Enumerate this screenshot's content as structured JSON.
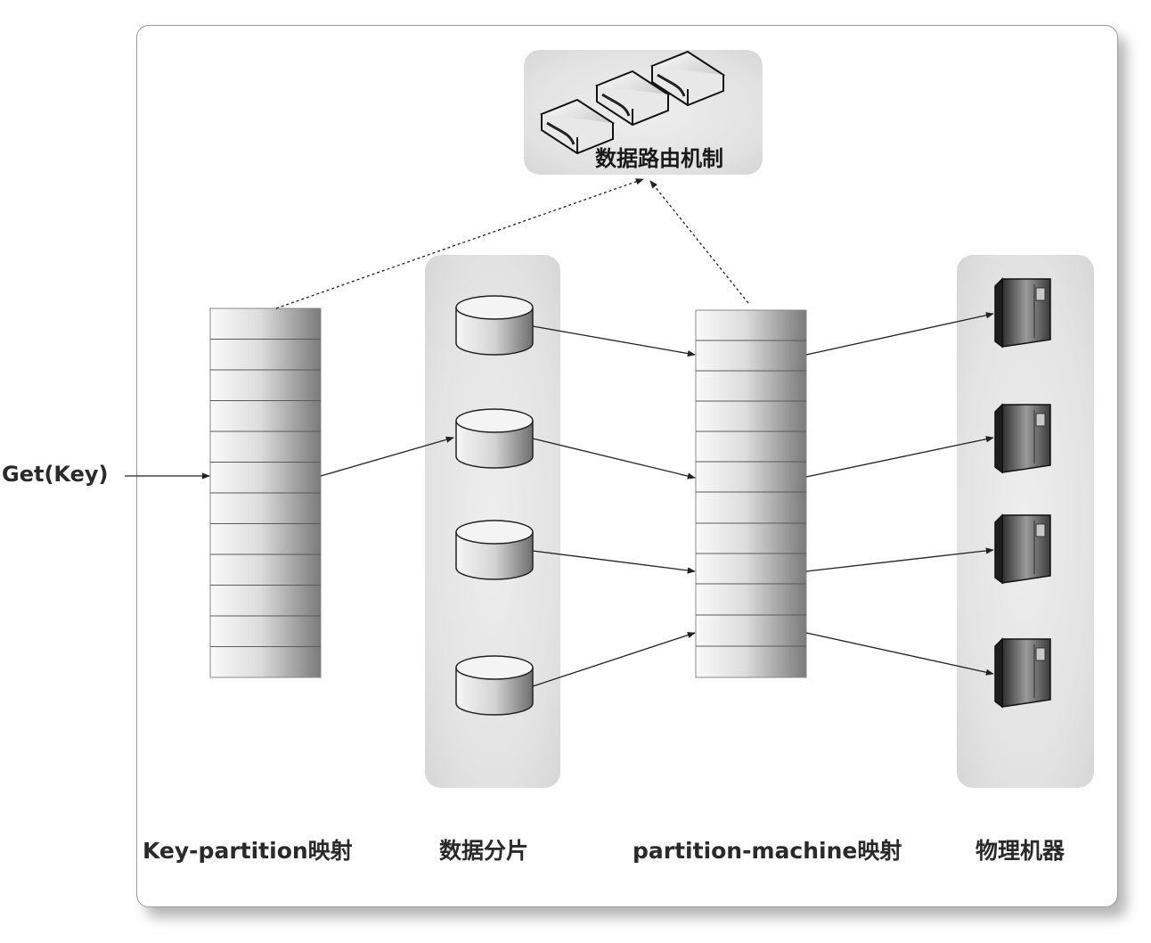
{
  "input": {
    "label": "Get(Key)"
  },
  "router": {
    "title": "数据路由机制",
    "icon": "server-stack-icon"
  },
  "columns": {
    "key_partition": {
      "label": "Key-partition映射"
    },
    "shards": {
      "label": "数据分片",
      "icon": "database-cylinder-icon"
    },
    "partition_machine": {
      "label": "partition-machine映射"
    },
    "machines": {
      "label": "物理机器",
      "icon": "server-tower-icon"
    }
  }
}
